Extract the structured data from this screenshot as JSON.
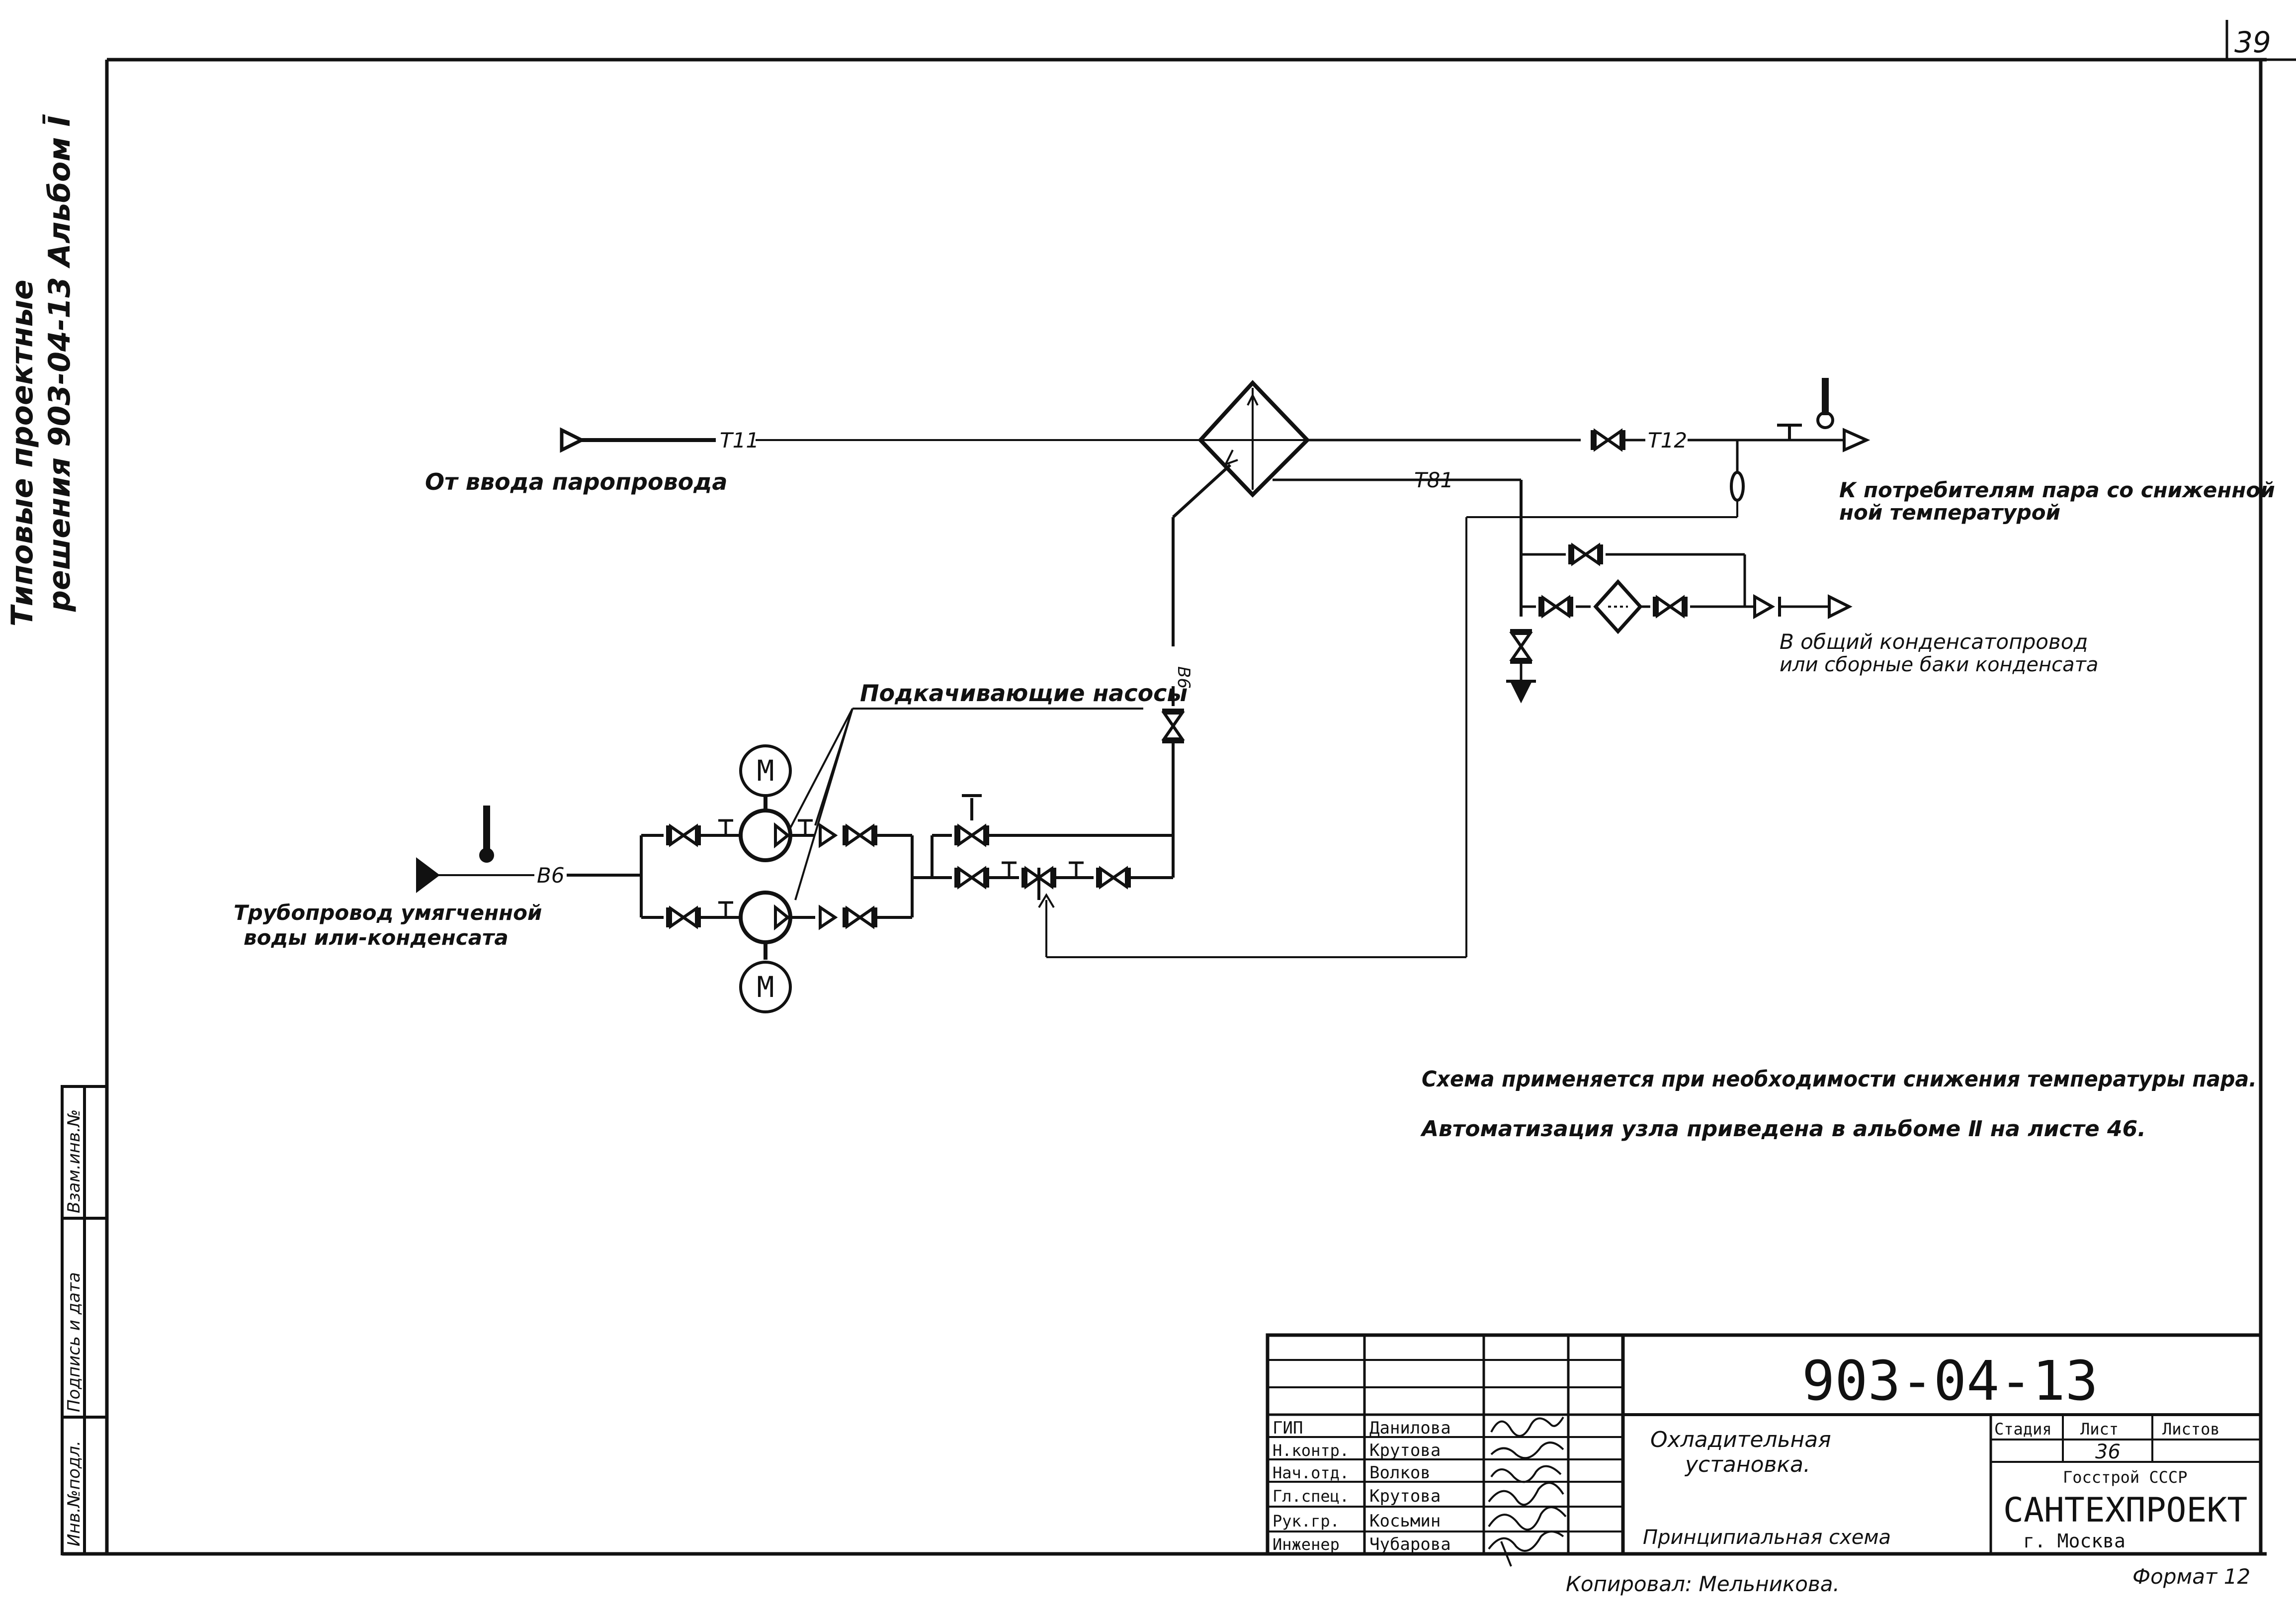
{
  "sheet_number": "39",
  "side_title": {
    "line1": "Типовые проектные",
    "line2": "решения 903-04-13 Альбом Ī"
  },
  "left_stamp": {
    "inv_podl": "Инв.№подл.",
    "podpis_data": "Подпись и дата",
    "vzam_inv": "Взам.инв.№"
  },
  "labels": {
    "steam_inlet": "От ввода паропровода",
    "steam_consumers_1": "К потребителям пара со сниженной",
    "steam_consumers_2": "ной температурой",
    "condensate_1": "В общий конденсатопровод",
    "condensate_2": "или сборные баки конденсата",
    "pumps": "Подкачивающие насосы",
    "water_pipe_1": "Трубопровод умягченной",
    "water_pipe_2": "воды или-конденсата",
    "motor": "М",
    "t11": "Т11",
    "t12": "Т12",
    "t81": "Т81",
    "b6_left": "В6",
    "b6_vert": "В6"
  },
  "notes": {
    "note1": "Схема применяется при необходимости снижения температуры пара.",
    "note2": "Автоматизация узла приведена в альбоме Ⅱ на листе 46."
  },
  "title_block": {
    "code": "903-04-13",
    "roles": [
      "ГИП",
      "Н.контр.",
      "Нач.отд.",
      "Гл.спец.",
      "Рук.гр.",
      "Инженер"
    ],
    "names": [
      "Данилова",
      "Крутова",
      "Волков",
      "Крутова",
      "Косьмин",
      "Чубарова"
    ],
    "title_1": "Охладительная",
    "title_2": "установка.",
    "subtitle": "Принципиальная схема",
    "stage_label": "Стадия",
    "sheet_label": "Лист",
    "sheets_label": "Листов",
    "sheet_value": "36",
    "org_1": "Госстрой СССР",
    "org_2": "САНТЕХПРОЕКТ",
    "org_3": "г. Москва"
  },
  "footer": {
    "copied": "Копировал: Мельникова.",
    "format": "Формат 12"
  }
}
